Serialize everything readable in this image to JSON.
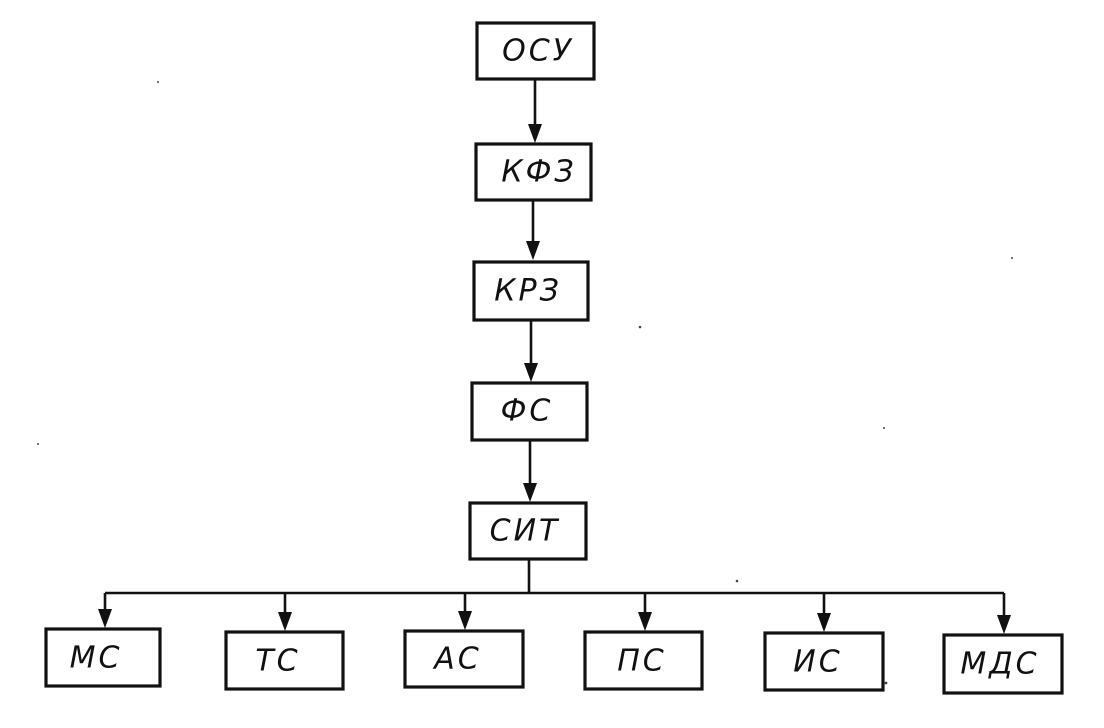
{
  "diagram": {
    "chain": [
      {
        "id": "osu",
        "label": "ОСУ"
      },
      {
        "id": "kfz",
        "label": "КФЗ"
      },
      {
        "id": "krz",
        "label": "КРЗ"
      },
      {
        "id": "fs",
        "label": "ФС"
      },
      {
        "id": "sit",
        "label": "СИТ"
      }
    ],
    "children": [
      {
        "id": "ms",
        "label": "МС"
      },
      {
        "id": "ts",
        "label": "ТС"
      },
      {
        "id": "as",
        "label": "АС"
      },
      {
        "id": "ps",
        "label": "ПС"
      },
      {
        "id": "is",
        "label": "ИС"
      },
      {
        "id": "mds",
        "label": "МДС"
      }
    ],
    "line_color": "#111111",
    "background": "#ffffff"
  }
}
